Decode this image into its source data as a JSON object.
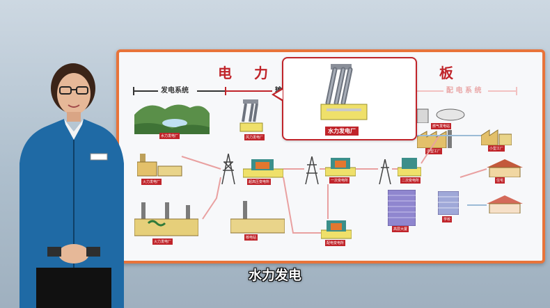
{
  "board": {
    "title_chars": [
      "电",
      "力",
      "板"
    ],
    "section_generation": "发电系统",
    "section_transmission": "输",
    "section_distribution": "配 电 系 统"
  },
  "callout": {
    "label": "水力发电厂"
  },
  "plant_labels": {
    "hydro_top": "水力发电厂",
    "wind_top": "风力发电厂",
    "coal_mid": "火力发电厂",
    "thermal_bottom": "火力发电厂",
    "nuclear_bottom": "核电站",
    "substation_main": "超高压变电所",
    "substation_a": "一次变电所",
    "substation_b": "二次变电所",
    "substation_c": "配电变电所",
    "gas_station": "燃气发电站",
    "factory": "中型工厂",
    "small_factory": "小型工厂",
    "building": "高层大厦",
    "houses": "住宅",
    "school": "学校"
  },
  "subtitle": "水力发电",
  "colors": {
    "board_border": "#e8743a",
    "accent_red": "#c0242a",
    "jacket": "#1f6aa5"
  }
}
